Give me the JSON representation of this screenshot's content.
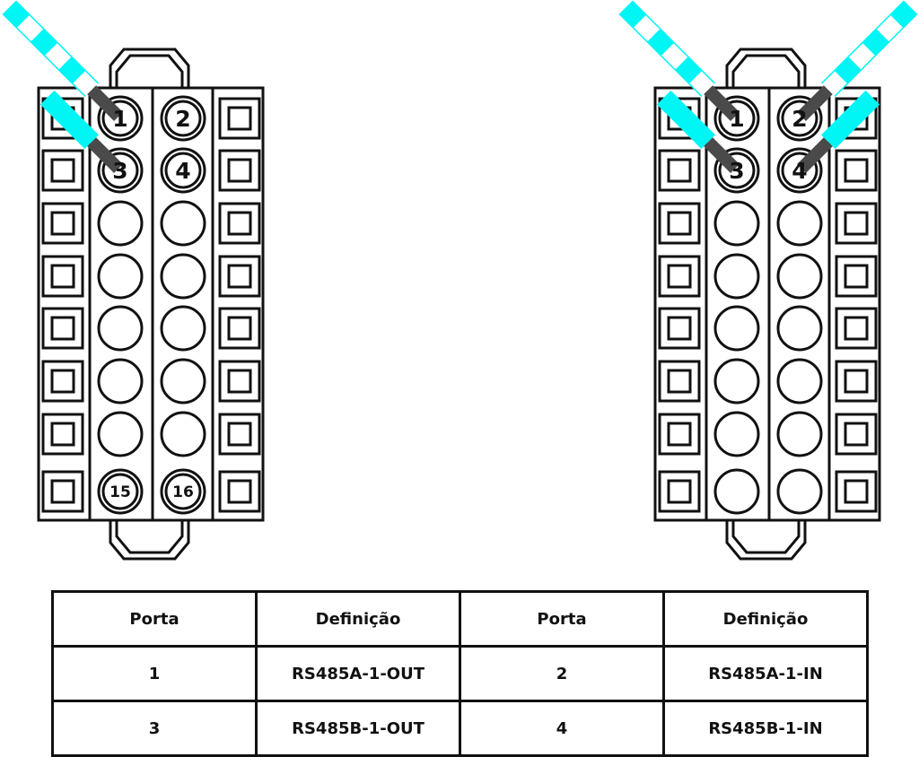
{
  "colors": {
    "wire": "#00f5f5",
    "wire_tip": "#4a4a4a",
    "line": "#111111"
  },
  "connectors": [
    {
      "name": "left-connector",
      "pin_labels": {
        "1": "1",
        "2": "2",
        "3": "3",
        "4": "4",
        "15": "15",
        "16": "16"
      },
      "wires": [
        {
          "pin": 1,
          "side": "left",
          "striped": true
        },
        {
          "pin": 3,
          "side": "left",
          "striped": false
        }
      ]
    },
    {
      "name": "right-connector",
      "pin_labels": {
        "1": "1",
        "2": "2",
        "3": "3",
        "4": "4"
      },
      "wires": [
        {
          "pin": 1,
          "side": "left",
          "striped": true
        },
        {
          "pin": 3,
          "side": "left",
          "striped": false
        },
        {
          "pin": 2,
          "side": "right",
          "striped": true
        },
        {
          "pin": 4,
          "side": "right",
          "striped": false
        }
      ]
    }
  ],
  "table": {
    "headers": [
      "Porta",
      "Definição",
      "Porta",
      "Definição"
    ],
    "rows": [
      [
        "1",
        "RS485A-1-OUT",
        "2",
        "RS485A-1-IN"
      ],
      [
        "3",
        "RS485B-1-OUT",
        "4",
        "RS485B-1-IN"
      ]
    ]
  }
}
